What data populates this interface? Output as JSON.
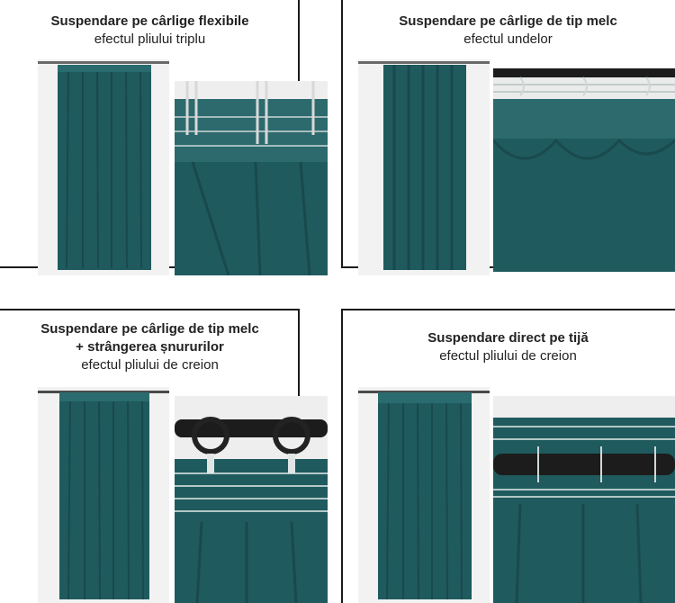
{
  "panels": [
    {
      "title": "Suspendare pe cârlige flexibile",
      "subtitle": "efectul pliului triplu"
    },
    {
      "title": "Suspendare pe cârlige de tip melc",
      "subtitle": "efectul undelor"
    },
    {
      "title": "Suspendare pe cârlige de tip melc",
      "title2": "+ strângerea șnururilor",
      "subtitle": "efectul pliului de creion"
    },
    {
      "title": "Suspendare direct pe tijă",
      "subtitle": "efectul pliului de creion"
    }
  ],
  "colors": {
    "curtain": "#1f5a5e",
    "curtain_dark": "#163f43",
    "rod": "#1c1c1c",
    "border": "#1b1b1b"
  }
}
